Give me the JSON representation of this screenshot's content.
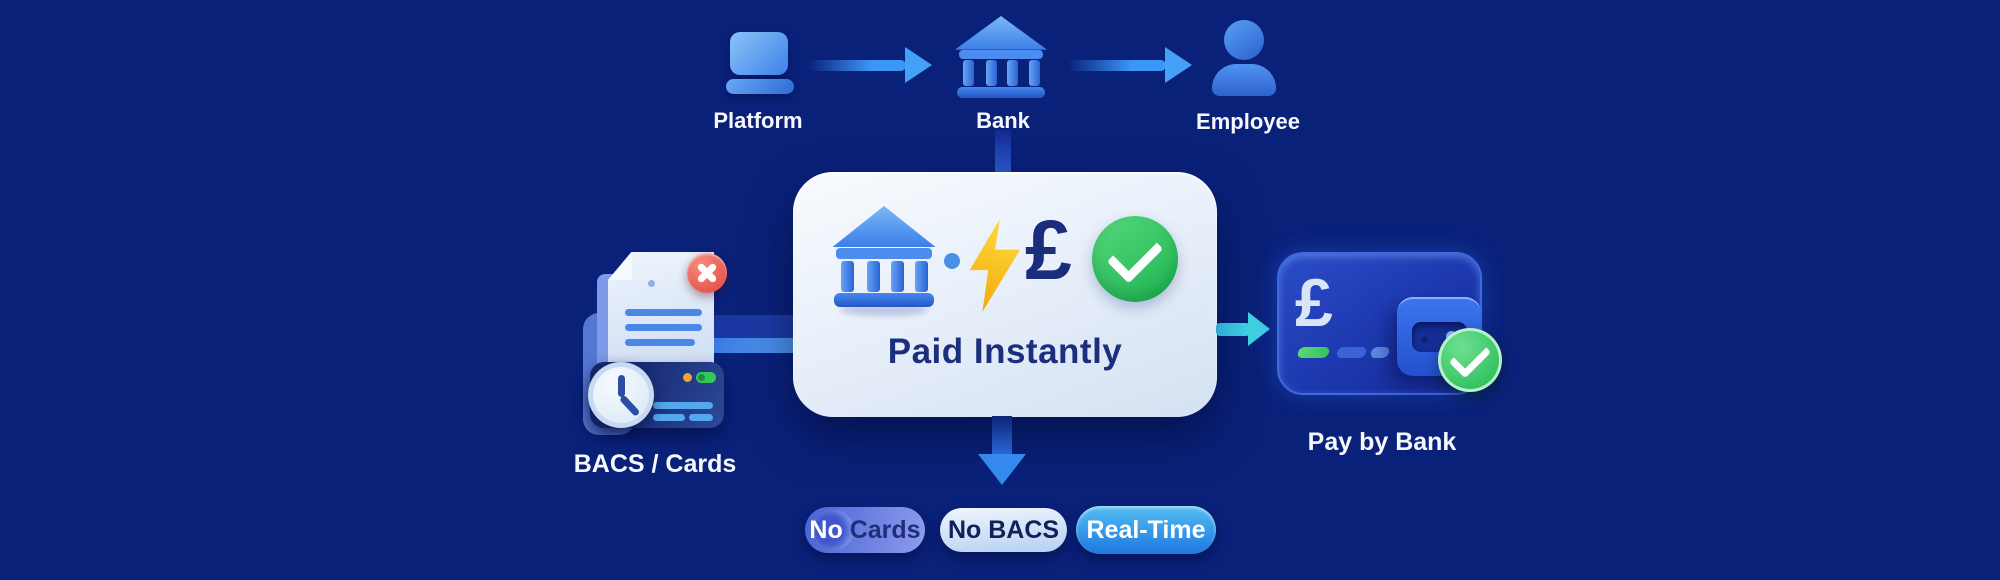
{
  "colors": {
    "background": "#0a217a",
    "card_bg": "#eaf1fa",
    "navy_text": "#1c2f7e",
    "white_text": "#f5f8fd",
    "arrow_blue": "#3b96f8",
    "cyan_arrow": "#3fd0e2",
    "green_check": "#2fc45e",
    "red_error": "#e2443e",
    "bolt_yellow": "#ffd21f",
    "pill_real_time_blue": "#2b8ce8"
  },
  "top_flow": {
    "nodes": [
      {
        "label": "Platform",
        "icon": "laptop-icon"
      },
      {
        "label": "Bank",
        "icon": "bank-icon"
      },
      {
        "label": "Employee",
        "icon": "person-icon"
      }
    ]
  },
  "center_card": {
    "title": "Paid Instantly",
    "pound_symbol": "£"
  },
  "bacs_node": {
    "label": "BACS / Cards"
  },
  "pay_by_bank_node": {
    "label": "Pay by Bank",
    "pound_symbol": "£"
  },
  "pills": {
    "no_cards": {
      "word1": "No",
      "word2": "Cards"
    },
    "no_bacs": "No BACS",
    "real_time": "Real-Time"
  }
}
